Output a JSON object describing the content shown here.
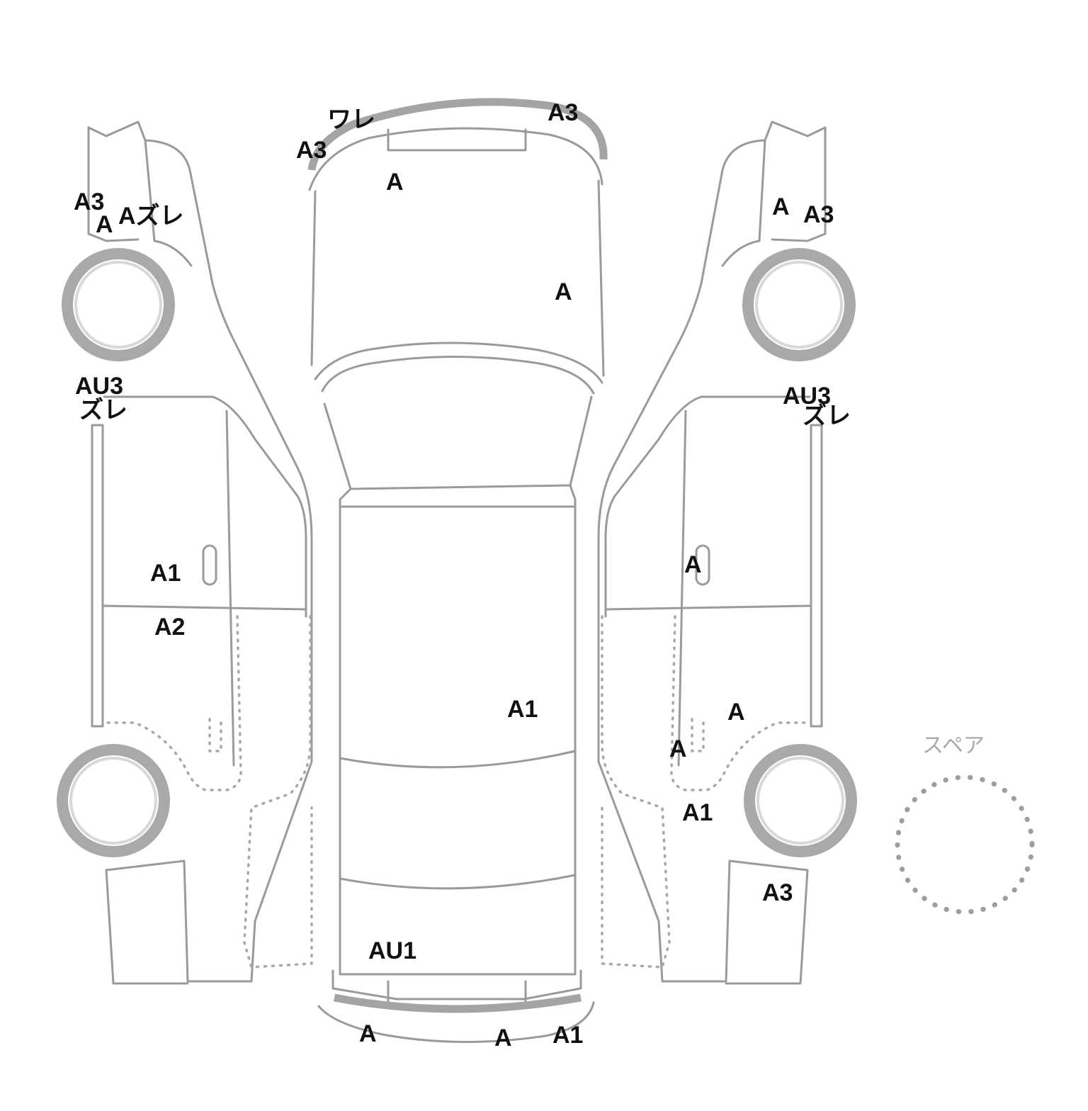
{
  "diagram": {
    "spare_label": "スペア",
    "marks": {
      "left_front_a3": "A3",
      "left_front_a": "A",
      "left_front_a_zure": "Aズレ",
      "left_pillar_au3": "AU3",
      "left_pillar_zure": "ズレ",
      "left_door_a1": "A1",
      "left_door_a2": "A2",
      "front_bumper_wure": "ワレ",
      "front_bumper_a3_left": "A3",
      "front_bumper_a3_right": "A3",
      "front_grille_a": "A",
      "hood_a": "A",
      "roof_a1": "A1",
      "trunk_au1": "AU1",
      "rear_bumper_a_left": "A",
      "rear_bumper_a_mid": "A",
      "rear_bumper_a1": "A1",
      "right_front_a": "A",
      "right_front_a3": "A3",
      "right_pillar_au3": "AU3",
      "right_pillar_zure": "ズレ",
      "right_door_a": "A",
      "right_rear_a_upper": "A",
      "right_rear_a_lower": "A",
      "right_rear_a1": "A1",
      "right_rear_a3": "A3"
    }
  }
}
